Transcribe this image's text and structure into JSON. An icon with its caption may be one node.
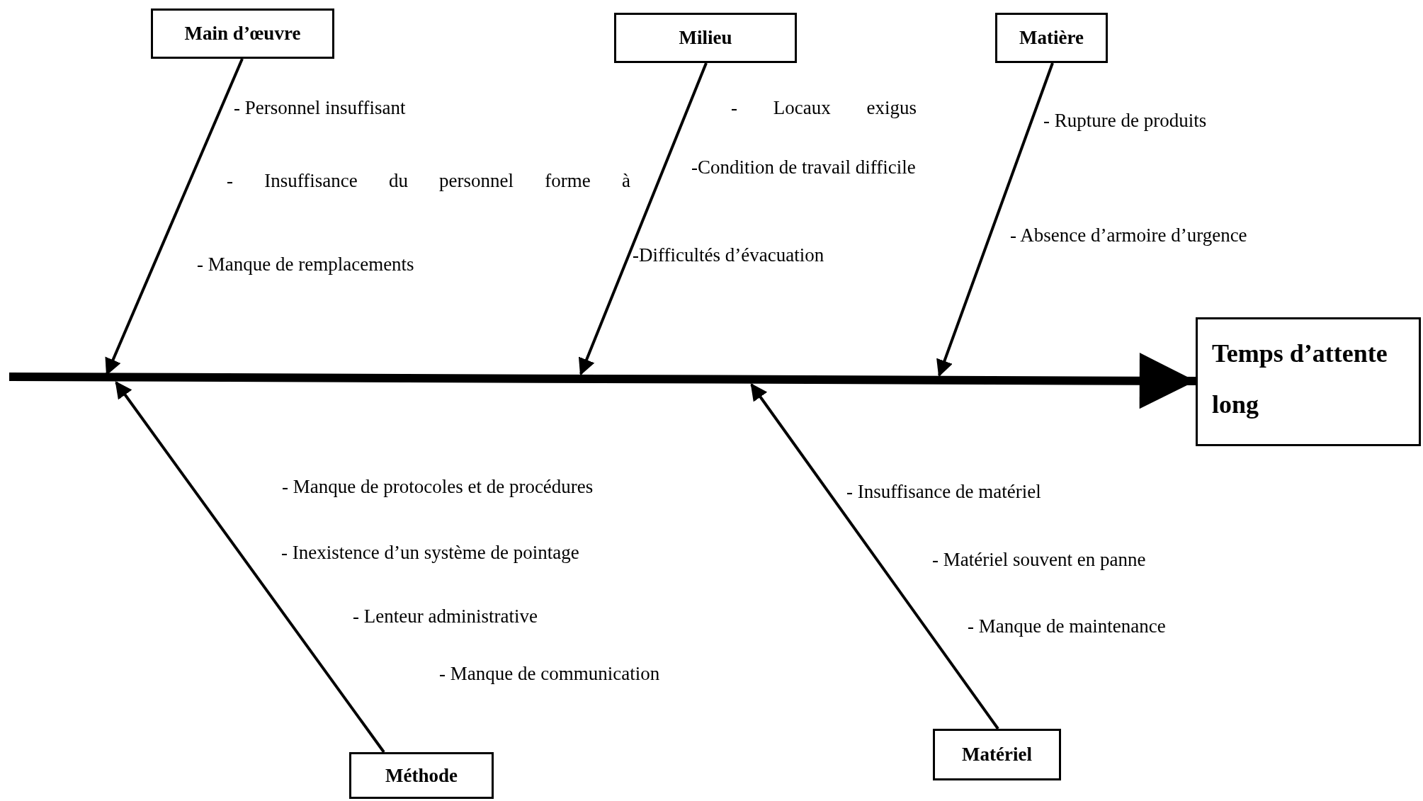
{
  "diagram": {
    "nodes": [
      {
        "text": [
          "Main d’œuvre"
        ]
      },
      {
        "text": [
          "Milieu"
        ]
      },
      {
        "text": [
          "Matière"
        ]
      },
      {
        "text": [
          "Méthode"
        ]
      },
      {
        "text": [
          "Matériel"
        ]
      },
      {
        "text": [
          "Temps d’attente long"
        ]
      }
    ],
    "edges": [
      {
        "from": null,
        "to": 5,
        "arrow": "to",
        "style": "thick"
      },
      {
        "from": 0,
        "to": null,
        "arrow": "to"
      },
      {
        "from": 1,
        "to": null,
        "arrow": "to"
      },
      {
        "from": 2,
        "to": null,
        "arrow": "to"
      },
      {
        "from": 3,
        "to": null,
        "arrow": "to"
      },
      {
        "from": 4,
        "to": null,
        "arrow": "to"
      }
    ],
    "labels": [
      "- Personnel insuffisant",
      "- Insuffisance du personnel forme à",
      "- Manque de remplacements",
      "- Locaux exigus",
      "-Condition de travail difficile",
      "-Difficultés d’évacuation",
      "- Rupture de produits",
      "- Absence d’armoire d’urgence",
      "- Manque de protocoles et de procédures",
      "- Inexistence d’un système de pointage",
      "- Lenteur administrative",
      "- Manque de communication",
      "- Insuffisance de matériel",
      "- Matériel souvent en panne",
      "- Manque de maintenance"
    ]
  }
}
